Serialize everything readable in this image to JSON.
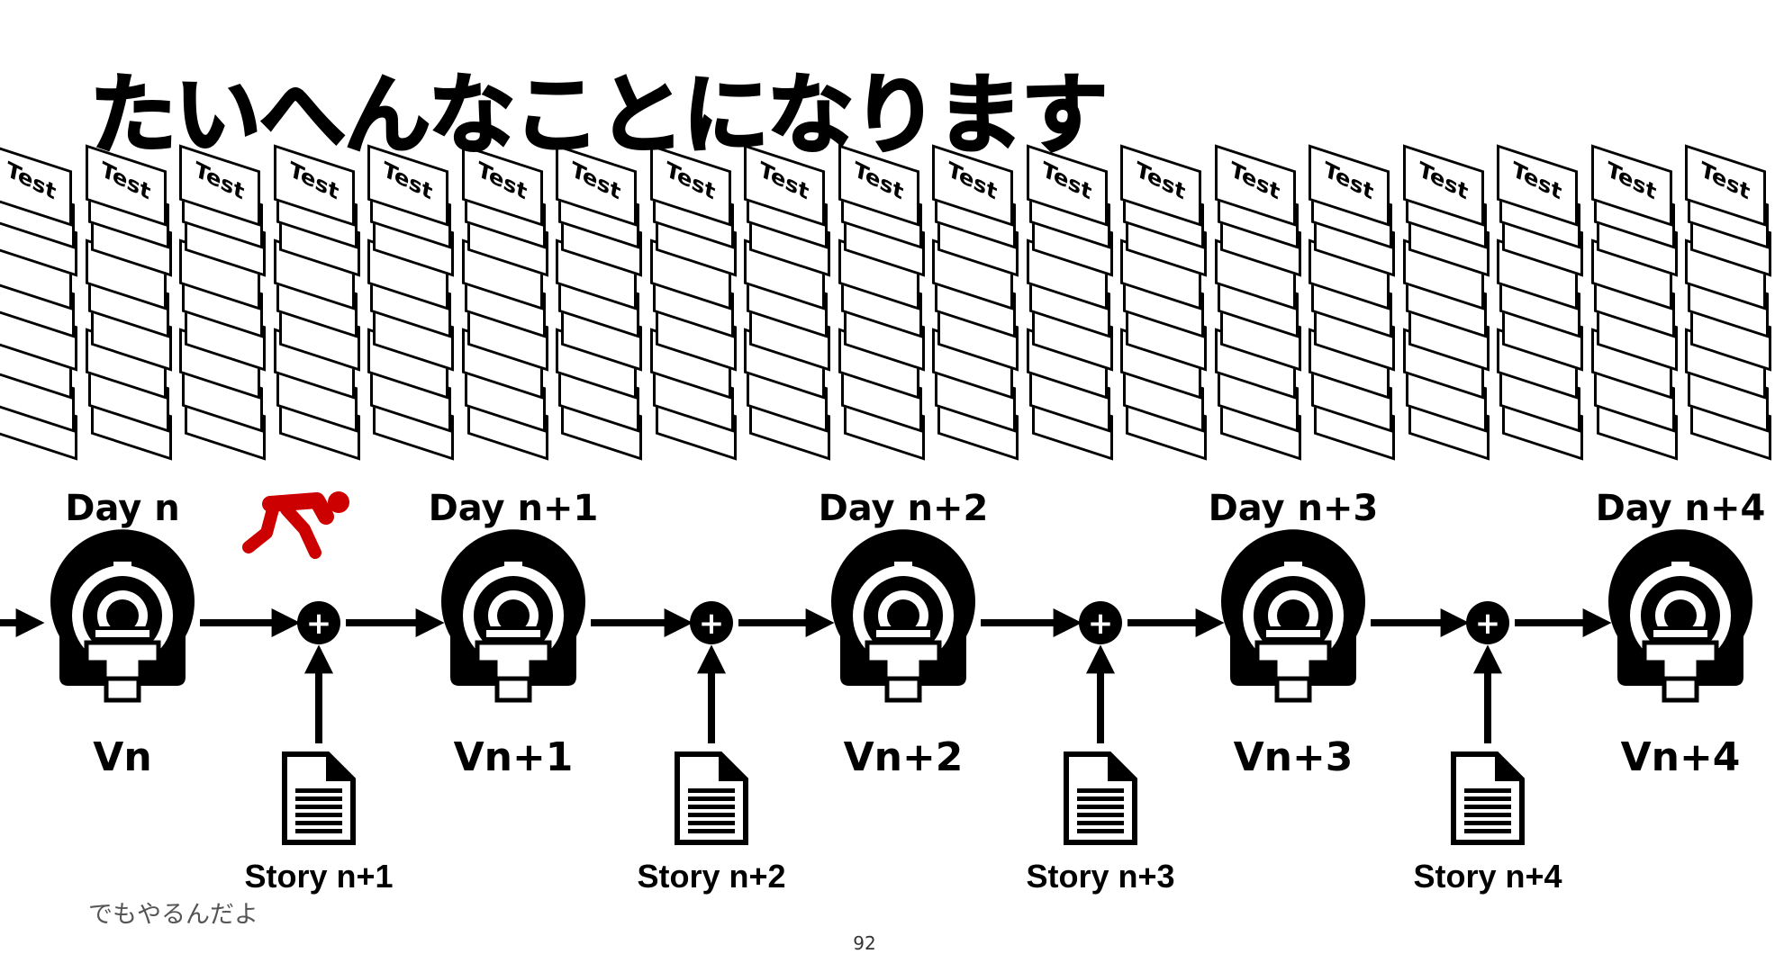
{
  "slide": {
    "title": "たいへんなことになります",
    "note": "でもやるんだよ",
    "page_number": "92"
  },
  "stacks": {
    "sheet_label": "Test",
    "count": 19
  },
  "timeline": {
    "days": [
      "Day n",
      "Day n+1",
      "Day n+2",
      "Day n+3",
      "Day n+4"
    ],
    "versions": [
      "Vn",
      "Vn+1",
      "Vn+2",
      "Vn+3",
      "Vn+4"
    ],
    "stories": [
      "Story n+1",
      "Story n+2",
      "Story n+3",
      "Story n+4"
    ],
    "merge_symbol": "+"
  },
  "icons": {
    "scanner": "mri-scanner-icon",
    "merge": "plus-circle-icon",
    "story": "document-icon",
    "runner": "running-person-icon",
    "arrow": "arrow-right-icon"
  },
  "colors": {
    "ink": "#000000",
    "runner": "#cc0000",
    "note_text": "#555555"
  }
}
